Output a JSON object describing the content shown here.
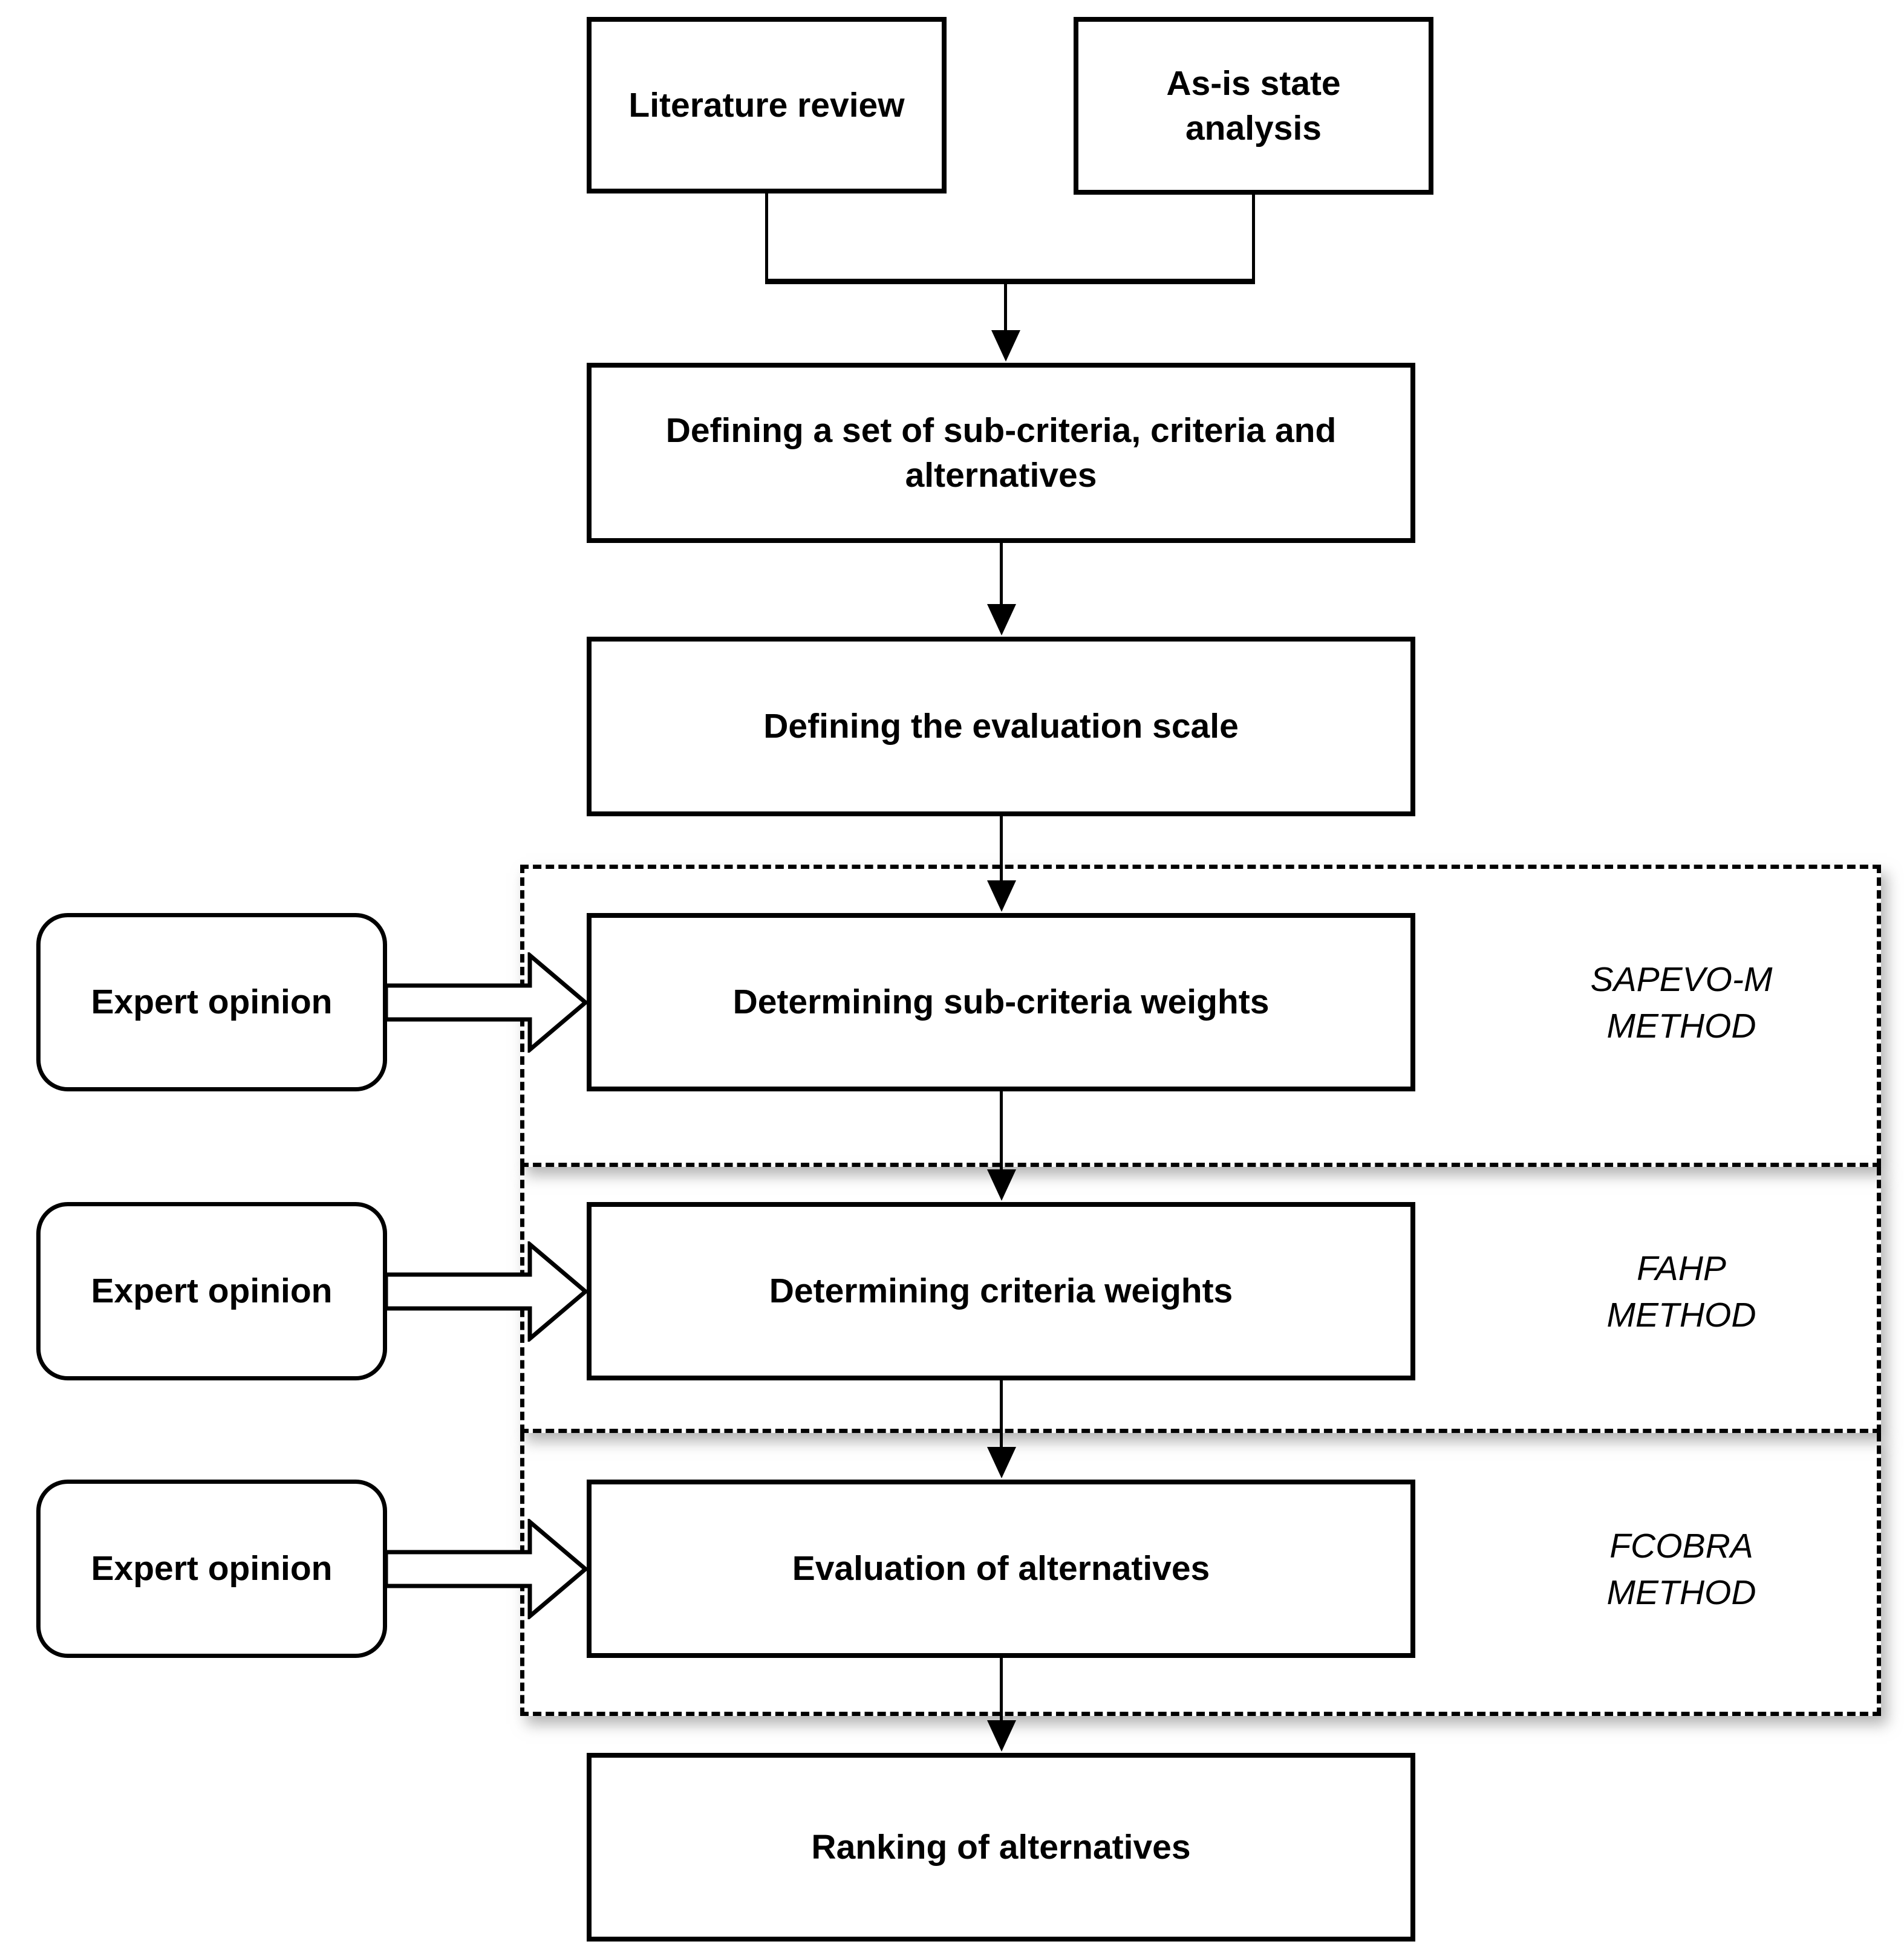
{
  "diagram": {
    "background_color": "#ffffff",
    "line_color": "#000000",
    "nodes": {
      "literature_review": {
        "label": "Literature review"
      },
      "as_is_state": {
        "label": "As-is state\nanalysis"
      },
      "defining_set": {
        "label": "Defining a set of sub-criteria, criteria and\nalternatives"
      },
      "defining_scale": {
        "label": "Defining the evaluation scale"
      },
      "determining_sub_criteria_weights": {
        "label": "Determining sub-criteria weights"
      },
      "determining_criteria_weights": {
        "label": "Determining criteria weights"
      },
      "evaluation_of_alternatives": {
        "label": "Evaluation of alternatives"
      },
      "ranking_of_alternatives": {
        "label": "Ranking of alternatives"
      },
      "expert_opinion_1": {
        "label": "Expert opinion"
      },
      "expert_opinion_2": {
        "label": "Expert opinion"
      },
      "expert_opinion_3": {
        "label": "Expert opinion"
      }
    },
    "method_labels": {
      "sapevo_m": "SAPEVO-M\nMETHOD",
      "fahp": "FAHP\nMETHOD",
      "fcobra": "FCOBRA\nMETHOD"
    },
    "edges": [
      {
        "from": "literature_review",
        "to": "defining_set"
      },
      {
        "from": "as_is_state",
        "to": "defining_set"
      },
      {
        "from": "defining_set",
        "to": "defining_scale"
      },
      {
        "from": "defining_scale",
        "to": "determining_sub_criteria_weights"
      },
      {
        "from": "determining_sub_criteria_weights",
        "to": "determining_criteria_weights"
      },
      {
        "from": "determining_criteria_weights",
        "to": "evaluation_of_alternatives"
      },
      {
        "from": "evaluation_of_alternatives",
        "to": "ranking_of_alternatives"
      },
      {
        "from": "expert_opinion_1",
        "to": "determining_sub_criteria_weights"
      },
      {
        "from": "expert_opinion_2",
        "to": "determining_criteria_weights"
      },
      {
        "from": "expert_opinion_3",
        "to": "evaluation_of_alternatives"
      }
    ]
  }
}
